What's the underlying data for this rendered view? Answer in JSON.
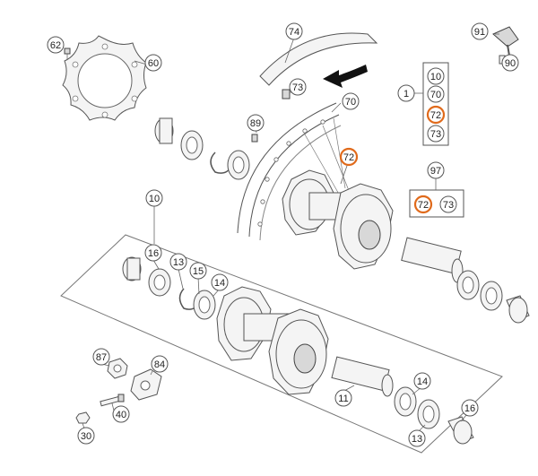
{
  "diagram": {
    "callouts": [
      {
        "id": "c62",
        "text": "62",
        "highlight": false
      },
      {
        "id": "c60",
        "text": "60",
        "highlight": false
      },
      {
        "id": "c74",
        "text": "74",
        "highlight": false
      },
      {
        "id": "c73a",
        "text": "73",
        "highlight": false
      },
      {
        "id": "c70",
        "text": "70",
        "highlight": false
      },
      {
        "id": "c89",
        "text": "89",
        "highlight": false
      },
      {
        "id": "c72a",
        "text": "72",
        "highlight": true
      },
      {
        "id": "c91",
        "text": "91",
        "highlight": false
      },
      {
        "id": "c90",
        "text": "90",
        "highlight": false
      },
      {
        "id": "c1",
        "text": "1",
        "highlight": false
      },
      {
        "id": "k10",
        "text": "10",
        "highlight": false
      },
      {
        "id": "k70",
        "text": "70",
        "highlight": false
      },
      {
        "id": "k72",
        "text": "72",
        "highlight": true
      },
      {
        "id": "k73",
        "text": "73",
        "highlight": false
      },
      {
        "id": "c97",
        "text": "97",
        "highlight": false
      },
      {
        "id": "s72",
        "text": "72",
        "highlight": true
      },
      {
        "id": "s73",
        "text": "73",
        "highlight": false
      },
      {
        "id": "c10",
        "text": "10",
        "highlight": false
      },
      {
        "id": "c16a",
        "text": "16",
        "highlight": false
      },
      {
        "id": "c13a",
        "text": "13",
        "highlight": false
      },
      {
        "id": "c15",
        "text": "15",
        "highlight": false
      },
      {
        "id": "c14a",
        "text": "14",
        "highlight": false
      },
      {
        "id": "c87",
        "text": "87",
        "highlight": false
      },
      {
        "id": "c84",
        "text": "84",
        "highlight": false
      },
      {
        "id": "c40",
        "text": "40",
        "highlight": false
      },
      {
        "id": "c30",
        "text": "30",
        "highlight": false
      },
      {
        "id": "c11",
        "text": "11",
        "highlight": false
      },
      {
        "id": "c14b",
        "text": "14",
        "highlight": false
      },
      {
        "id": "c16b",
        "text": "16",
        "highlight": false
      },
      {
        "id": "c13b",
        "text": "13",
        "highlight": false
      }
    ],
    "colors": {
      "highlight": "#e06a1b",
      "outline": "#555555",
      "fill": "#f4f4f4"
    }
  }
}
